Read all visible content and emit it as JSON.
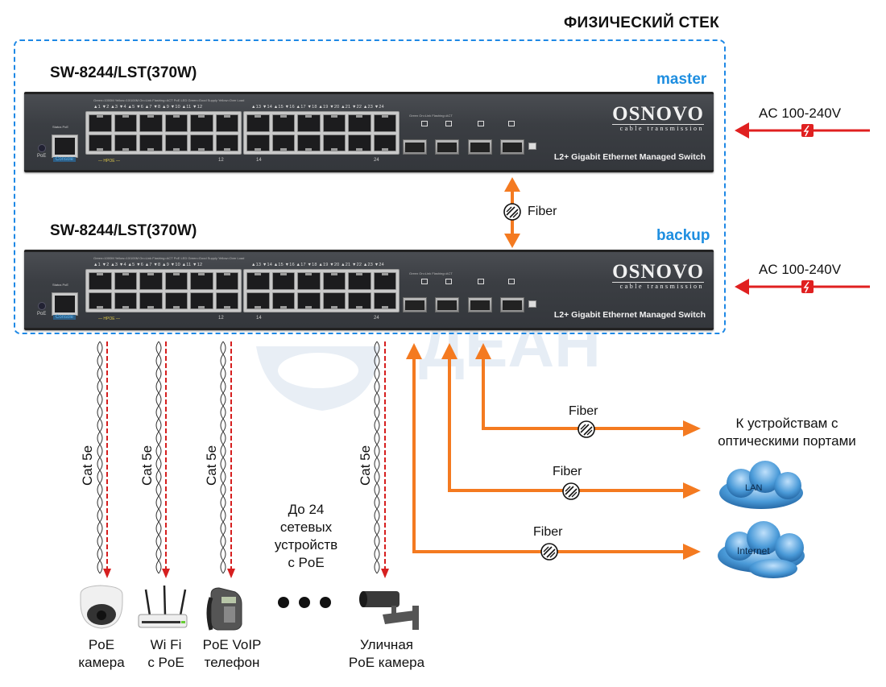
{
  "title": "ФИЗИЧЕСКИЙ СТЕК",
  "watermark": "ДЕАН",
  "colors": {
    "stack_frame": "#1e88e5",
    "role_text": "#1e8ee0",
    "fiber": "#f47a20",
    "power": "#e02020",
    "poe_line": "#d61f1f",
    "cloud": "#3f8fd0"
  },
  "switches": [
    {
      "model": "SW-8244/LST(370W)",
      "role": "master",
      "brand": "OSNOVO",
      "brand_sub": "cable transmission",
      "description": "L2+ Gigabit Ethernet Managed Switch",
      "led_legend": "Green=1000M  Yellow=10/100M  On=Link  Flashing=ACT  PoE LED Green=Good Supply  Yellow=Over Load",
      "ports_row_1_12": "▲1 ▼2 ▲3 ▼4 ▲5 ▼6 ▲7 ▼8 ▲9 ▼10 ▲11 ▼12",
      "ports_row_13_24": "▲13 ▼14 ▲15 ▼16 ▲17 ▼18 ▲19 ▼20 ▲21 ▼22 ▲23 ▼24",
      "poe_label": "PoE",
      "status_label": "Status PoE",
      "console_label": "Console",
      "hpoe_label": "— HPOE —",
      "port_12": "12",
      "port_14": "14",
      "port_24": "24",
      "sfp_legend": "Green On=Link Flashing=ACT",
      "power": {
        "label": "AC 100-240V",
        "icon": "lightning-icon"
      }
    },
    {
      "model": "SW-8244/LST(370W)",
      "role": "backup",
      "brand": "OSNOVO",
      "brand_sub": "cable transmission",
      "description": "L2+ Gigabit Ethernet Managed Switch",
      "led_legend": "Green=1000M  Yellow=10/100M  On=Link  Flashing=ACT  PoE LED Green=Good Supply  Yellow=Over Load",
      "ports_row_1_12": "▲1 ▼2 ▲3 ▼4 ▲5 ▼6 ▲7 ▼8 ▲9 ▼10 ▲11 ▼12",
      "ports_row_13_24": "▲13 ▼14 ▲15 ▼16 ▲17 ▼18 ▲19 ▼20 ▲21 ▼22 ▲23 ▼24",
      "poe_label": "PoE",
      "status_label": "Status PoE",
      "console_label": "Console",
      "hpoe_label": "— HPOE —",
      "port_12": "12",
      "port_14": "14",
      "port_24": "24",
      "sfp_legend": "Green On=Link Flashing=ACT",
      "power": {
        "label": "AC 100-240V",
        "icon": "lightning-icon"
      }
    }
  ],
  "stack_link": {
    "label": "Fiber",
    "icon": "fiber-connector-icon"
  },
  "cables": [
    {
      "label": "Cat 5e",
      "device": "PoE\nкамера",
      "icon": "dome-camera-icon"
    },
    {
      "label": "Cat 5e",
      "device": "Wi Fi\nс PoE",
      "icon": "wifi-router-icon"
    },
    {
      "label": "Cat 5e",
      "device": "PoE VoIP\nтелефон",
      "icon": "voip-phone-icon"
    },
    {
      "label": "Cat 5e",
      "device": "Уличная\nPoE камера",
      "icon": "bullet-camera-icon"
    }
  ],
  "more_devices": "До 24\nсетевых\nустройств\nс PoE",
  "fiber_links": [
    {
      "label": "Fiber",
      "target": "К устройствам с\nоптическими  портами"
    },
    {
      "label": "Fiber",
      "target": "LAN",
      "target_icon": "cloud-icon"
    },
    {
      "label": "Fiber",
      "target": "Internet",
      "target_icon": "cloud-icon"
    }
  ]
}
